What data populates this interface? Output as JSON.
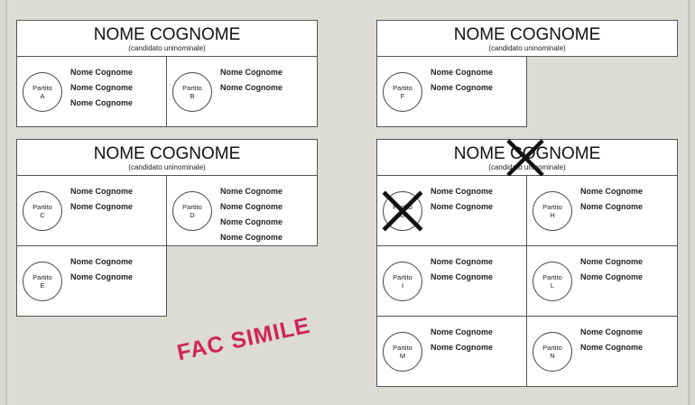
{
  "ballots": [
    {
      "candidate": "NOME COGNOME",
      "subtitle": "(candidato uninominale)",
      "crossed": false,
      "parties": [
        {
          "line1": "Partito",
          "line2": "A",
          "names": [
            "Nome Cognome",
            "Nome Cognome",
            "Nome Cognome"
          ],
          "crossed": false
        },
        {
          "line1": "Partito",
          "line2": "B",
          "names": [
            "Nome Cognome",
            "Nome Cognome"
          ],
          "crossed": false
        }
      ]
    },
    {
      "candidate": "NOME COGNOME",
      "subtitle": "(candidato uninominale)",
      "crossed": false,
      "parties": [
        {
          "line1": "Partito",
          "line2": "F",
          "names": [
            "Nome Cognome",
            "Nome Cognome"
          ],
          "crossed": false
        }
      ]
    },
    {
      "candidate": "NOME COGNOME",
      "subtitle": "(candidato uninominale)",
      "crossed": false,
      "parties": [
        {
          "line1": "Partito",
          "line2": "C",
          "names": [
            "Nome Cognome",
            "Nome Cognome"
          ],
          "crossed": false
        },
        {
          "line1": "Partito",
          "line2": "D",
          "names": [
            "Nome Cognome",
            "Nome Cognome",
            "Nome Cognome",
            "Nome Cognome"
          ],
          "crossed": false
        },
        {
          "line1": "Partito",
          "line2": "E",
          "names": [
            "Nome Cognome",
            "Nome Cognome"
          ],
          "crossed": false
        }
      ]
    },
    {
      "candidate": "NOME COGNOME",
      "subtitle": "(candidato uninominale)",
      "crossed": true,
      "parties": [
        {
          "line1": "Partito",
          "line2": "G",
          "names": [
            "Nome Cognome",
            "Nome Cognome"
          ],
          "crossed": true
        },
        {
          "line1": "Partito",
          "line2": "H",
          "names": [
            "Nome Cognome",
            "Nome Cognome"
          ],
          "crossed": false
        },
        {
          "line1": "Partito",
          "line2": "I",
          "names": [
            "Nome Cognome",
            "Nome Cognome"
          ],
          "crossed": false
        },
        {
          "line1": "Partito",
          "line2": "L",
          "names": [
            "Nome Cognome",
            "Nome Cognome"
          ],
          "crossed": false
        },
        {
          "line1": "Partito",
          "line2": "M",
          "names": [
            "Nome Cognome",
            "Nome Cognome"
          ],
          "crossed": false
        },
        {
          "line1": "Partito",
          "line2": "N",
          "names": [
            "Nome Cognome",
            "Nome Cognome"
          ],
          "crossed": false
        }
      ]
    }
  ],
  "watermark": "FAC SIMILE"
}
